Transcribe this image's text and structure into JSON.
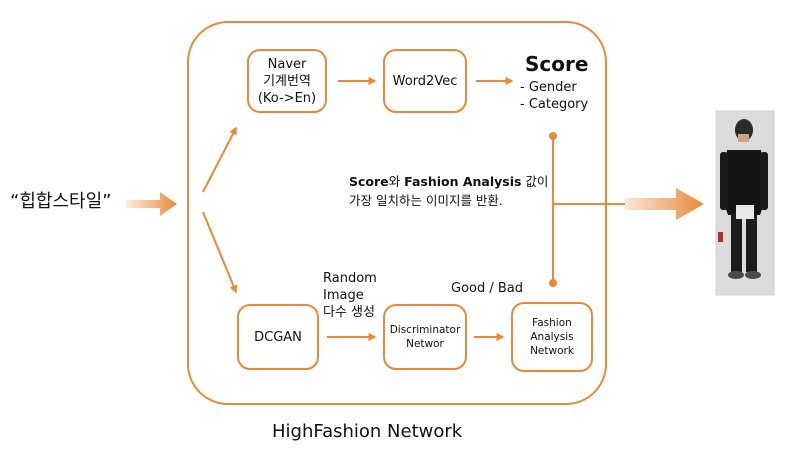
{
  "input_query": "“힙합스타일”",
  "network_title": "HighFashion Network",
  "nodes": {
    "naver": [
      "Naver",
      "기계번역",
      "(Ko->En)"
    ],
    "word2vec": "Word2Vec",
    "dcgan": "DCGAN",
    "discriminator": [
      "Discriminator",
      "Networ"
    ],
    "fashion_analysis": [
      "Fashion",
      "Analysis",
      "Network"
    ]
  },
  "score": {
    "title": "Score",
    "items": [
      "- Gender",
      "- Category"
    ]
  },
  "random_image": [
    "Random",
    "Image",
    "다수 생성"
  ],
  "good_bad": "Good / Bad",
  "result": {
    "line1_score": "Score",
    "line1_mid": "와 ",
    "line1_fa": "Fashion Analysis",
    "line1_end": " 값이",
    "line2": "가장 일치하는 이미지를 반환."
  },
  "colors": {
    "accent": "#e8893a",
    "text": "#111111"
  }
}
